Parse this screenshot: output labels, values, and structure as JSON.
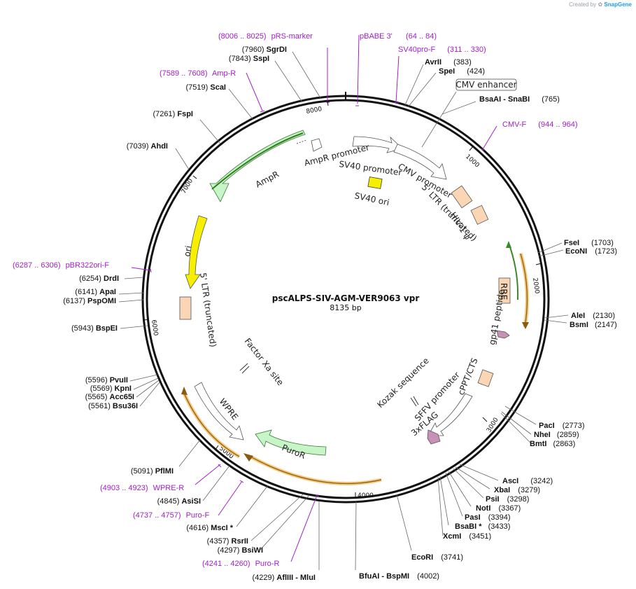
{
  "credit": {
    "created_by": "Created by",
    "brand": "SnapGene"
  },
  "plasmid": {
    "name": "pscALPS-SIV-AGM-VER9063 vpr",
    "length_label": "8135 bp",
    "length": 8135
  },
  "ticks": [
    "1000",
    "2000",
    "3000",
    "4000",
    "5000",
    "6000",
    "7000",
    "8000"
  ],
  "sites": [
    {
      "id": "sgrdi",
      "name": "SgrDI",
      "pos": "(7960)"
    },
    {
      "id": "sspi",
      "name": "SspI",
      "pos": "(7843)"
    },
    {
      "id": "scai",
      "name": "ScaI",
      "pos": "(7519)"
    },
    {
      "id": "fspi",
      "name": "FspI",
      "pos": "(7261)"
    },
    {
      "id": "ahdi",
      "name": "AhdI",
      "pos": "(7039)"
    },
    {
      "id": "drdi",
      "name": "DrdI",
      "pos": "(6254)"
    },
    {
      "id": "apai",
      "name": "ApaI",
      "pos": "(6141)"
    },
    {
      "id": "pspomi",
      "name": "PspOMI",
      "pos": "(6137)"
    },
    {
      "id": "bspei",
      "name": "BspEI",
      "pos": "(5943)"
    },
    {
      "id": "pvuii",
      "name": "PvuII",
      "pos": "(5596)"
    },
    {
      "id": "kpni",
      "name": "KpnI",
      "pos": "(5569)"
    },
    {
      "id": "acc65i",
      "name": "Acc65I",
      "pos": "(5565)"
    },
    {
      "id": "bsu36i",
      "name": "Bsu36I",
      "pos": "(5561)"
    },
    {
      "id": "pflmi",
      "name": "PflMI",
      "pos": "(5091)"
    },
    {
      "id": "asisi",
      "name": "AsiSI",
      "pos": "(4845)"
    },
    {
      "id": "msci",
      "name": "MscI *",
      "pos": "(4616)"
    },
    {
      "id": "rsrii",
      "name": "RsrII",
      "pos": "(4357)"
    },
    {
      "id": "bsiwi",
      "name": "BsiWI",
      "pos": "(4297)"
    },
    {
      "id": "aflii-mlui",
      "name": "AflIII   - MluI",
      "pos": "(4229)"
    },
    {
      "id": "bfuai",
      "name": "BfuAI   - BspMI",
      "pos": "(4002)"
    },
    {
      "id": "ecori",
      "name": "EcoRI",
      "pos": "(3741)"
    },
    {
      "id": "xcmi",
      "name": "XcmI",
      "pos": "(3451)"
    },
    {
      "id": "bsabi",
      "name": "BsaBI *",
      "pos": "(3433)"
    },
    {
      "id": "pasi",
      "name": "PasI",
      "pos": "(3394)"
    },
    {
      "id": "noti",
      "name": "NotI",
      "pos": "(3367)"
    },
    {
      "id": "psii",
      "name": "PsiI",
      "pos": "(3298)"
    },
    {
      "id": "xbai",
      "name": "XbaI",
      "pos": "(3279)"
    },
    {
      "id": "asci",
      "name": "AscI",
      "pos": "(3242)"
    },
    {
      "id": "bmti",
      "name": "BmtI",
      "pos": "(2863)"
    },
    {
      "id": "nhei",
      "name": "NheI",
      "pos": "(2859)"
    },
    {
      "id": "paci",
      "name": "PacI",
      "pos": "(2773)"
    },
    {
      "id": "bsmi",
      "name": "BsmI",
      "pos": "(2147)"
    },
    {
      "id": "alei",
      "name": "AleI",
      "pos": "(2130)"
    },
    {
      "id": "econi",
      "name": "EcoNI",
      "pos": "(1723)"
    },
    {
      "id": "fsei",
      "name": "FseI",
      "pos": "(1703)"
    },
    {
      "id": "bsaai-snabi",
      "name": "BsaAI   - SnaBI",
      "pos": "(765)"
    },
    {
      "id": "spei",
      "name": "SpeI",
      "pos": "(424)"
    },
    {
      "id": "avrii",
      "name": "AvrII",
      "pos": "(383)"
    }
  ],
  "primers": [
    {
      "id": "prs-marker",
      "range": "(8006 .. 8025)",
      "name": "pRS-marker"
    },
    {
      "id": "pbabe3",
      "name": "pBABE 3'"
    },
    {
      "id": "pbabe3-range",
      "range": "(64 .. 84)"
    },
    {
      "id": "sv40pro-f",
      "name": "SV40pro-F",
      "range": "(311 .. 330)"
    },
    {
      "id": "amp-r",
      "range": "(7589 .. 7608)",
      "name": "Amp-R"
    },
    {
      "id": "cmv-f",
      "name": "CMV-F",
      "range": "(944 .. 964)"
    },
    {
      "id": "pbr322ori-f",
      "range": "(6287 .. 6306)",
      "name": "pBR322ori-F"
    },
    {
      "id": "wpre-r",
      "range": "(4903 .. 4923)",
      "name": "WPRE-R"
    },
    {
      "id": "puro-f",
      "range": "(4737 .. 4757)",
      "name": "Puro-F"
    },
    {
      "id": "puro-r",
      "range": "(4241 .. 4260)",
      "name": "Puro-R"
    }
  ],
  "features": {
    "cmv_enhancer": "CMV enhancer",
    "ampr_promoter": "AmpR promoter",
    "ampr": "AmpR",
    "sv40_promoter": "SV40 promoter",
    "sv40_ori": "SV40 ori",
    "cmv_promoter": "CMV promoter",
    "ltr5_trunc_top": "5' LTR (truncated)",
    "hiv1_psi": "HIV-1 ψ",
    "ori": "ori",
    "ltr5_trunc_left": "5' LTR (truncated)",
    "rre": "RRE",
    "gp41": "gp41 peptide",
    "factor_xa": "Factor Xa site",
    "kozak": "Kozak sequence",
    "cppt": "cPPT/CTS",
    "sffv": "SFFV promoter",
    "flag": "3xFLAG",
    "wpre": "WPRE",
    "puror": "PuroR"
  },
  "colors": {
    "primer": "#a020c8",
    "ampr": "#c8f5c8",
    "ori": "#f6f000",
    "ltr": "#fbd6b4",
    "puro": "#c8f5c8",
    "orange_arc": "#f3c67a",
    "flag": "#c990b8"
  }
}
